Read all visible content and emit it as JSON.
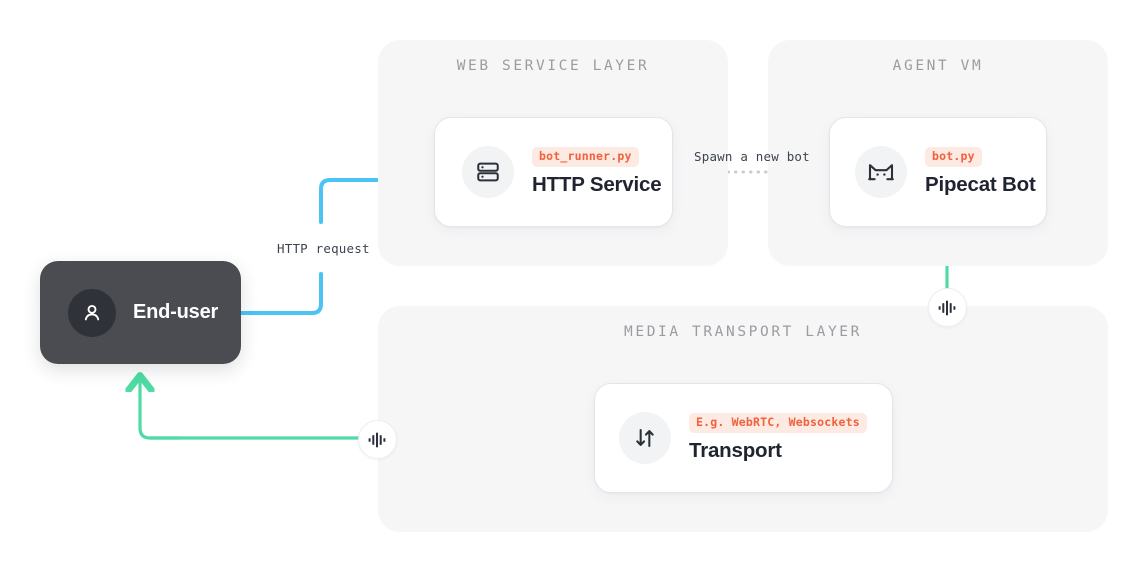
{
  "diagram": {
    "panels": [
      {
        "id": "web-service-layer",
        "title": "WEB SERVICE LAYER"
      },
      {
        "id": "agent-vm",
        "title": "AGENT VM"
      },
      {
        "id": "media-transport-layer",
        "title": "MEDIA TRANSPORT LAYER"
      }
    ],
    "nodes": {
      "enduser": {
        "label": "End-user",
        "icon": "user-icon"
      },
      "http_service": {
        "badge": "bot_runner.py",
        "title": "HTTP Service",
        "icon": "server-icon"
      },
      "pipecat_bot": {
        "badge": "bot.py",
        "title": "Pipecat Bot",
        "icon": "pipecat-cat-icon"
      },
      "transport": {
        "badge": "E.g. WebRTC, Websockets",
        "title": "Transport",
        "icon": "up-down-arrows-icon"
      }
    },
    "connectors": {
      "http_request": {
        "label": "HTTP request",
        "color": "#4cc3f5",
        "style": "solid"
      },
      "spawn_bot": {
        "label": "Spawn a new bot",
        "color": "#c9cdd3",
        "style": "dotted"
      },
      "media_stream": {
        "label": "",
        "color": "#4fdba4",
        "style": "solid"
      }
    },
    "media_badges": [
      {
        "id": "media-badge-left",
        "icon": "audio-waveform-icon"
      },
      {
        "id": "media-badge-right",
        "icon": "audio-waveform-icon"
      }
    ],
    "colors": {
      "accent_blue": "#4cc3f5",
      "accent_green": "#4fdba4",
      "badge_text": "#f2603c",
      "badge_bg": "#fdeae3",
      "panel_bg": "#f6f6f7",
      "enduser_bg": "#4a4c52"
    }
  }
}
